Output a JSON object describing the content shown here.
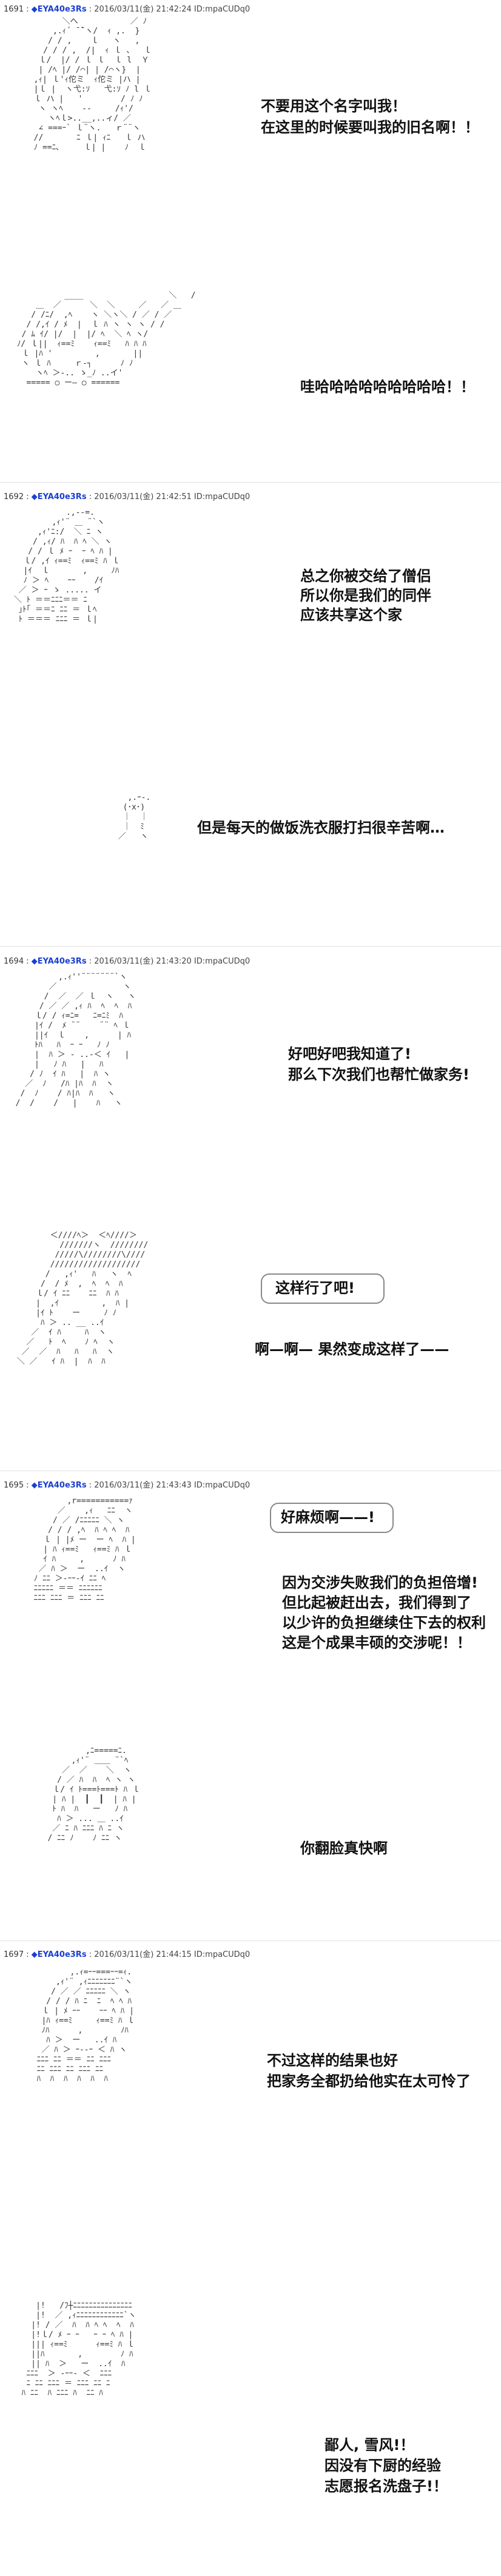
{
  "posts": [
    {
      "num": "1691 :",
      "name": "◆EYA40e3Rs",
      "date": ": 2016/03/11(金) 21:42:24 ID:mpaCUDq0"
    },
    {
      "num": "1692 :",
      "name": "◆EYA40e3Rs",
      "date": ": 2016/03/11(金) 21:42:51 ID:mpaCUDq0"
    },
    {
      "num": "1694 :",
      "name": "◆EYA40e3Rs",
      "date": ": 2016/03/11(金) 21:43:20 ID:mpaCUDq0"
    },
    {
      "num": "1695 :",
      "name": "◆EYA40e3Rs",
      "date": ": 2016/03/11(金) 21:43:43 ID:mpaCUDq0"
    },
    {
      "num": "1697 :",
      "name": "◆EYA40e3Rs",
      "date": ": 2016/03/11(金) 21:44:15 ID:mpaCUDq0"
    }
  ],
  "dialogue": {
    "d1a": "不要用这个名字叫我！",
    "d1b": "在这里的时候要叫我的旧名啊！！",
    "d2": "哇哈哈哈哈哈哈哈哈哈！！",
    "d3a": "总之你被交给了僧侣",
    "d3b": "所以你是我们的同伴",
    "d3c": "应该共享这个家",
    "d4": "但是每天的做饭洗衣服打扫很辛苦啊…",
    "d5a": "好吧好吧我知道了!",
    "d5b": "那么下次我们也帮忙做家务!",
    "d6": "这样行了吧!",
    "d7": "啊—啊— 果然变成这样了——",
    "d8": "好麻烦啊——!",
    "d9a": "因为交涉失败我们的负担倍增!",
    "d9b": "但比起被赶出去，我们得到了",
    "d9c": "以少许的负担继续住下去的权利",
    "d9d": "这是个成果丰硕的交涉呢！！",
    "d10": "你翻脸真快啊",
    "d11a": "不过这样的结果也好",
    "d11b": "把家务全都扔给他实在太可怜了",
    "d12a": "鄙人, 雪风!！",
    "d12b": "因没有下厨的经验",
    "d12c": "志愿报名洗盘子!！"
  },
  "aa": {
    "a1": "        ＼へ           ／ ﾉ\n      ,.ｨ´ ̄ ̄`ヽ/  ｨ ,.  }\n     / / ,    ｌ   ヽ   ,\n    / / / ,  /|  ｨ ｌ 、  ｌ\n   ｌ/  |/ / ｌ ｌ  ｌ l  Ｙ\n   | /ﾍ |/ /⌒| | /⌒ヽ}  |\n  ,ｨ| ｌ'ｨ佗ミ  ｨ佗ミ |ハ |\n  |ｌ |  ヽ弋:ｿ   弋:ｿ ﾉ l ｌ\n  ｌ ハ |   '        / ﾉ ﾉ\n   ヽ ヽﾍ    -‐     /ｨ'/\n     ヽﾍｌ>..__,..ィ/ ／\n   ∠ ===ｰ` ｌ¨ヽ.   ｒ¨¨ヽ\n  //       ﾆ ｌ| ｨﾆ   ｌ ハ\n  ﾉ ==ﾆ､     ｌ| |    ﾉ  ｌ",
    "a2": "           ____                  ＼   /\n     ＿  ／      ＼  ＼     ／   ／ ＿\n    / /ﾆ/  ,ﾍ    ヽ ＼ヽ＼ / ／ / ／\n   / /,ｲ / ﾒ  |  ｌ ﾊ ヽ ヽ ヽ / /\n  / ﾑ ｲ/ |/  |  |/ ﾍ  ＼ ﾍ ヽ/\n ﾉ/ ｌ||  ｨ==ﾐ    ｨ==ﾐ   ﾊ ﾊ ﾊ\n  ｌ |ﾊ '         ,       ||\n  ヽ ｌ ﾊ     ｒ-┐      ﾉ ﾉ\n     ヽﾍ ＞-.. ゝ_ﾉ ..イ'\n   ===== ○ ー― ○ ======",
    "a3": "            .,--=.\n         ,ｨ'¨ ＿ ¨`ヽ\n      ,ｨ'ﾆ:/  ＼ ﾆ ヽ\n     / ,ｨ/ ﾊ  ﾊ ﾍ ＼ ヽ\n    / / ｌ ﾒ ｰ  ｰ ﾍ ﾊ |\n   ｌ/ ,ｲ ｨ==ﾐ  ｨ==ﾐ ﾊ ｌ\n   |ｲ  ｌ       ,     ﾉﾊ\n   ﾉ ＞ ﾍ    ｰｰ    /ｲ\n  ／ ＞ ｰ ゝ ..... イ\n ＼ ﾄ ＝＝ﾆﾆﾆ＝＝ ﾆ\n  ｣ﾄ｢ ＝＝ﾆ ﾆﾆ ＝ ｌﾍ\n  ﾄ ＝＝＝ ﾆﾆﾆ ＝ ｌ|",
    "a4": "         ,.ｰ‐.\n        (･x･)\n        ｜  ｜\n        ｜  ﾐ\n       ／   ヽ",
    "a5": "           ,.ｨ''¨¨¨¨¨¨¨`ヽ\n         ／              ヽ\n        /  ／  ／ ｌ  ヽ   ヽ\n       / ／ ／ ,ｨ ﾊ  ﾍ  ﾍ  ﾊ\n      ｌ/ / ｨ=ﾆ=   ﾆ=ﾆﾐ  ﾊ\n      |ｲ /  ﾒ ¨¨    ¨¨ ﾍ ｌ\n      ||ｲ  ｌ    ,      | ﾊ\n      ﾄﾊ   ﾊ  ｰ ｰ   ﾉ ﾉ\n      |  ﾊ ＞ - ..-＜ ｲ   |\n      |   ﾉ ﾊ   |   ﾊ\n     / ﾉ  ｲ ﾊ   |  ﾊ ヽ\n    ／  ﾉ   /ﾊ |ﾊ  ﾊ  ヽ\n   /  ﾉ    / ﾊ|ﾊ  ﾊ   ヽ\n  /  /    /   |    ﾊ   ヽ",
    "a6": "        ＜////ﾍ＞  ＜ﾍ////＞\n          ///////ヽ  ////////\n         /////\\////////\\////\n        ///////////////////\n       /   ,ｨ'   ﾊ   ヽ  ﾍ\n      /  / ﾒ  ,  ﾍ  ﾍ  ﾊ\n     ｌ/ ｲ ﾆﾆ    ﾆﾆ  ﾊ ﾊ\n     |  ,ｲ         ,  ﾊ |\n     |ｲ ﾄ    ー     ﾉ ﾉ\n      ﾊ ＞ .. __ ..ｲ\n    ／  ｲ ﾊ     ﾊ  ヽ\n   ／   ﾄ  ﾍ    ﾉ ﾍ  ヽ\n  ／  ／  ﾊ   ﾊ   ﾊ  ヽ\n ＼ ／   ｲ ﾊ  |  ﾊ  ﾊ",
    "a7": "         ,r===========ｧ\n       ／    ,ｨ   ﾆﾆ  ヽ\n      / ／ /ﾆﾆﾆﾆﾆ ＼ ヽ\n     / / / ,ﾍ  ﾊ ﾍ ﾍ  ﾊ\n    ｌ | |ﾒ ー  ー ﾍ  ﾊ |\n    | ﾊ ｨ==ﾐ   ｨ==ﾐ ﾊ ｌ\n    ｲ ﾊ     ,      ﾉ ﾊ\n   ／ ﾊ ＞  ー  ..ｲ  ヽ\n  ﾉ ﾆﾆ ＞-ｰｰ-ｲ ﾆﾆ ﾍ\n  ﾆﾆﾆﾆﾆ ＝＝ ﾆﾆﾆﾆﾆﾆ\n  ﾆﾆﾆ ﾆﾆﾆ ＝ ﾆﾆﾆ ﾆﾆ",
    "a8": "           ,ﾆ=====ﾆ.\n        ,ｨ'¨ ＿＿ ¨`ﾍ\n      ／  ／    ＼  ヽ\n     / ／ ﾊ  ﾊ  ﾍ ヽ ヽ\n    ｌ/ ｲ ﾄ===ﾄ===ﾄ ﾊ ｌ\n    | ﾊ |  ┃  ┃  | ﾊ |\n    ﾄ ﾊ  ﾊ   ー   ﾉ ﾊ\n     ﾊ ＞ ... ＿ ..ｲ\n    ／ ﾆ ﾊ ﾆﾆﾆ ﾊ ﾆ ヽ\n   / ﾆﾆ ﾉ    ﾉ ﾆﾆ ヽ",
    "a9": "         ,.ｨ=ｰｰ===ｰｰ=ｨ.\n      ,ｨ'¨ ,ｨﾆﾆﾆﾆﾆﾆﾆ¨`ヽ\n     / ／ ／ ﾆﾆﾆﾆﾆ ＼ ヽ\n    / / / ﾊ ﾆ  ﾆ  ﾍ ﾍ ﾊ\n   ｌ | ﾒ ｰｰ    ｰｰ ﾍ ﾊ |\n   |ﾊ ｨ==ﾐ     ｨ==ﾐ ﾊ ｌ\n   ﾉﾊ      ,        ﾉﾊ\n    ﾊ ＞  ー   ..ｲ ﾊ\n   ／ ﾊ ＞ ｰ--ｰ ＜ ﾊ ヽ\n  ﾆﾆﾆ ﾆﾆ ＝＝ ﾆﾆ ﾆﾆﾆ\n  ﾆﾆ ﾆﾆﾆ ﾆﾆ ﾆﾆﾆ ﾆﾆ\n  ﾊ  ﾊ  ﾊ  ﾊ  ﾊ  ﾊ",
    "a10": "     |!   /ﾌ┼ﾆﾆﾆﾆﾆﾆﾆﾆﾆﾆﾆﾆﾆﾆﾆ\n     |!  ／ ,ｨﾆﾆﾆﾆﾆﾆﾆﾆﾆﾆﾆﾆ`ヽ\n    |! / ／  ﾊ  ﾊ ﾍ ﾍ  ﾍ  ﾊ\n    |!ｌ/ ﾒ ｰ ｰ   ｰ ｰ ﾍ ﾊ |\n    ||| ｨ==ﾐ      ｨ==ﾐ ﾊ ｌ\n    ||ﾊ       ,        ﾉ ﾊ\n    || ﾊ  ＞   ー  ..ｲ  ﾊ\n   ﾆﾆﾆ  ＞ -ｰｰ- ＜  ﾆﾆﾆ\n   ﾆ ﾆﾆ ﾆﾆﾆ ＝ ﾆﾆﾆ ﾆﾆ ﾆ\n  ﾊ ﾆﾆ  ﾊ ﾆﾆﾆ ﾊ  ﾆﾆ ﾊ"
  }
}
